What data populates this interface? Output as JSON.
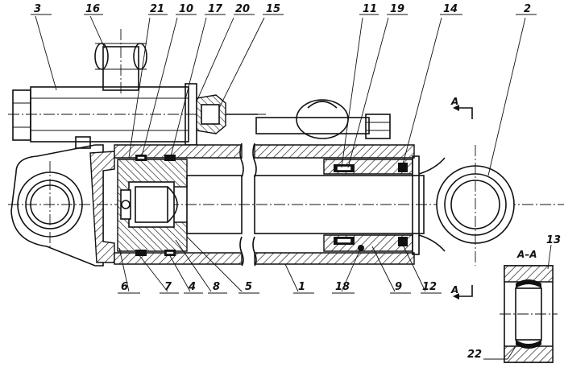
{
  "callouts_top": [
    {
      "id": "c3",
      "label": "3"
    },
    {
      "id": "c16",
      "label": "16"
    },
    {
      "id": "c21",
      "label": "21"
    },
    {
      "id": "c10",
      "label": "10"
    },
    {
      "id": "c17",
      "label": "17"
    },
    {
      "id": "c20",
      "label": "20"
    },
    {
      "id": "c15",
      "label": "15"
    },
    {
      "id": "c11",
      "label": "11"
    },
    {
      "id": "c19",
      "label": "19"
    },
    {
      "id": "c14",
      "label": "14"
    },
    {
      "id": "c2",
      "label": "2"
    }
  ],
  "callouts_bottom": [
    {
      "id": "c6",
      "label": "6"
    },
    {
      "id": "c7",
      "label": "7"
    },
    {
      "id": "c4",
      "label": "4"
    },
    {
      "id": "c8",
      "label": "8"
    },
    {
      "id": "c5",
      "label": "5"
    },
    {
      "id": "c1",
      "label": "1"
    },
    {
      "id": "c18",
      "label": "18"
    },
    {
      "id": "c9",
      "label": "9"
    },
    {
      "id": "c12",
      "label": "12"
    }
  ],
  "section": {
    "marker_top": "A",
    "marker_bottom": "A",
    "view_title": "A–A",
    "callout_13": "13",
    "callout_22": "22"
  }
}
